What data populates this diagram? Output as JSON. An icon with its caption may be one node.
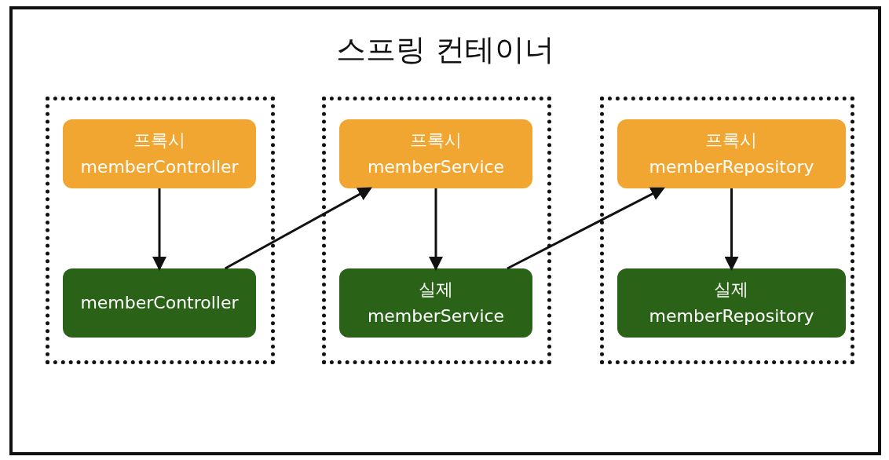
{
  "diagram": {
    "nodes": [
      {
        "text": [
          "스프링 컨테이너"
        ]
      },
      {
        "text": [],
        "shape": "box",
        "in": 0
      },
      {
        "text": [
          "프록시 memberController"
        ],
        "in": 1
      },
      {
        "text": [
          "memberController"
        ],
        "in": 1
      },
      {
        "text": [],
        "shape": "box",
        "in": 0
      },
      {
        "text": [
          "프록시 memberService"
        ],
        "in": 4
      },
      {
        "text": [
          "실제 memberService"
        ],
        "in": 4
      },
      {
        "text": [],
        "shape": "box",
        "in": 0
      },
      {
        "text": [
          "프록시 memberRepository"
        ],
        "in": 7
      },
      {
        "text": [
          "실제 memberRepository"
        ],
        "in": 7
      }
    ],
    "edges": [
      {
        "from": 2,
        "to": 3,
        "arrow": "to"
      },
      {
        "from": 3,
        "to": 5,
        "arrow": "to"
      },
      {
        "from": 5,
        "to": 6,
        "arrow": "to"
      },
      {
        "from": 6,
        "to": 8,
        "arrow": "to"
      },
      {
        "from": 8,
        "to": 9,
        "arrow": "to"
      }
    ]
  }
}
